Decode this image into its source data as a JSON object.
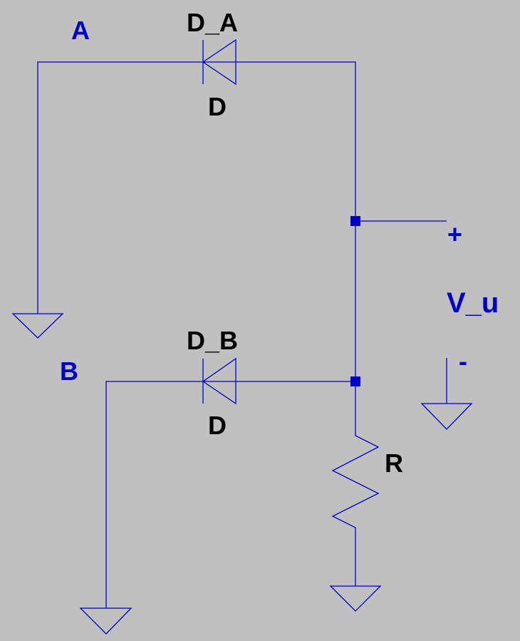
{
  "colors": {
    "background": "#c0c0c0",
    "wire": "#0000c8",
    "component_label": "#000000",
    "net_label": "#0000c8"
  },
  "nets": {
    "a": "A",
    "b": "B"
  },
  "diode_a": {
    "name": "D_A",
    "value": "D"
  },
  "diode_b": {
    "name": "D_B",
    "value": "D"
  },
  "resistor": {
    "name": "R"
  },
  "output": {
    "plus": "+",
    "name": "V_u",
    "minus": "-"
  }
}
